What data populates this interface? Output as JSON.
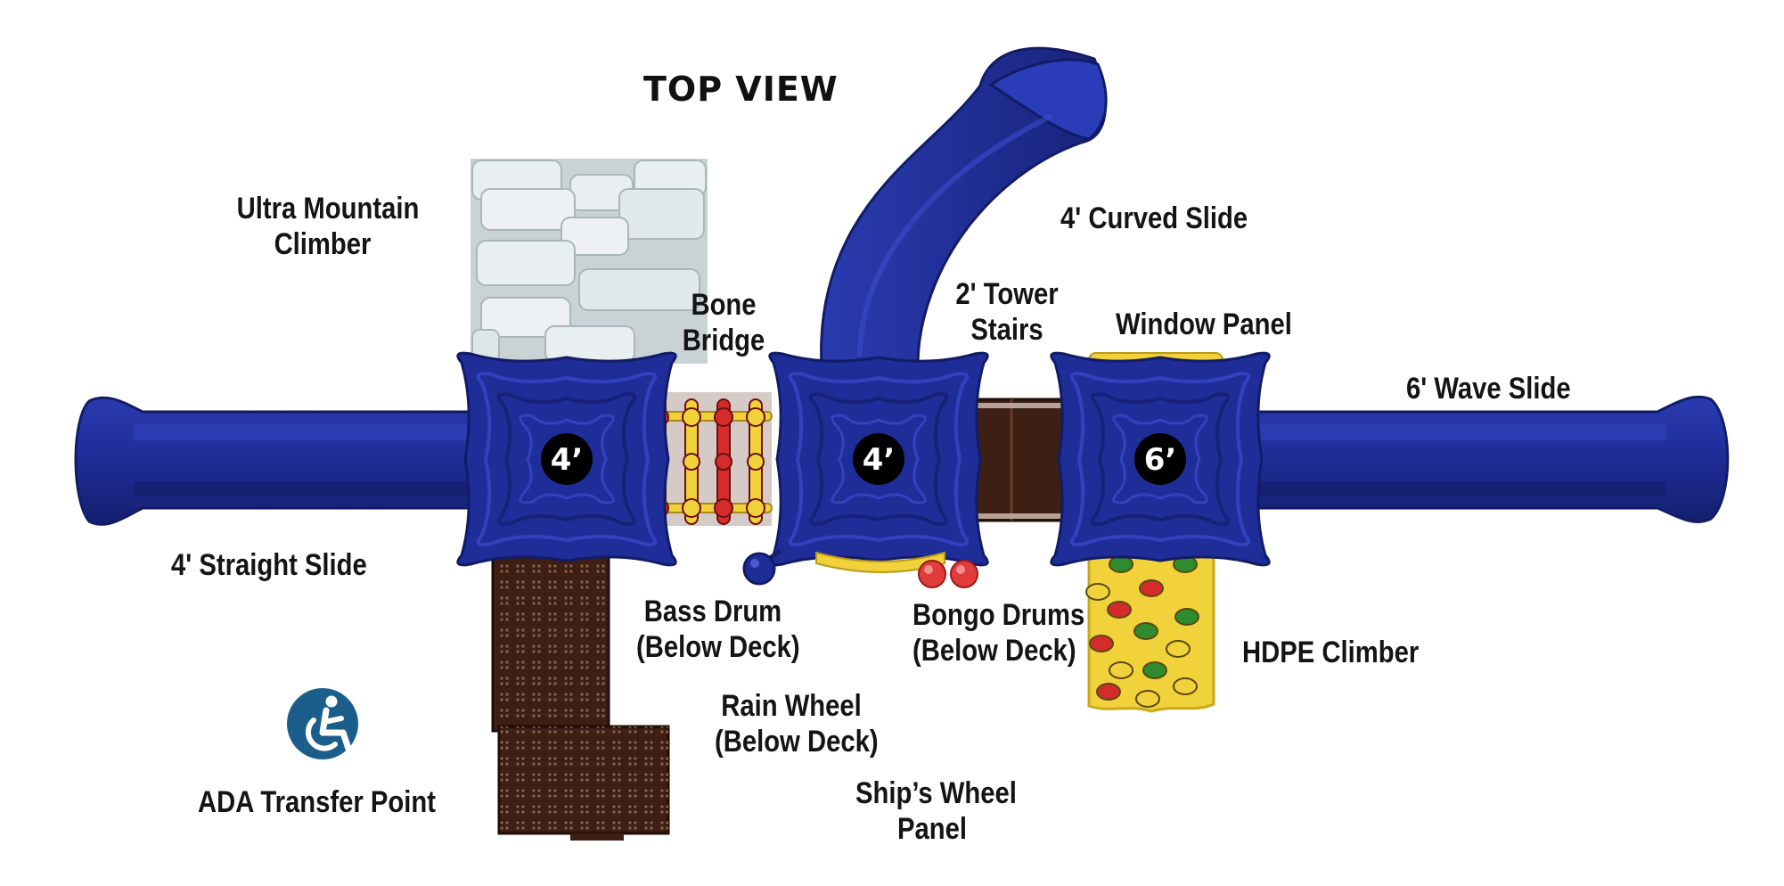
{
  "title": "TOP VIEW",
  "colors": {
    "blue": "#1f2d99",
    "blue_dark": "#141f6e",
    "blue_light": "#3d4fc4",
    "brown": "#3d1f14",
    "red": "#d42b2b",
    "yellow": "#f2d23a",
    "climber_gray": "#dde4e6",
    "ada_blue": "#1b5e8c"
  },
  "decks": [
    {
      "label": "4’"
    },
    {
      "label": "4’"
    },
    {
      "label": "6’"
    }
  ],
  "labels": {
    "ultra_mountain_climber": [
      "Ultra Mountain",
      "Climber"
    ],
    "bone_bridge": [
      "Bone",
      "Bridge"
    ],
    "curved_slide": [
      "4' Curved Slide"
    ],
    "tower_stairs": [
      "2' Tower",
      "Stairs"
    ],
    "window_panel": [
      "Window Panel"
    ],
    "wave_slide": [
      "6' Wave Slide"
    ],
    "straight_slide": [
      "4' Straight Slide"
    ],
    "bass_drum": [
      "Bass Drum",
      "(Below Deck)"
    ],
    "bongo_drums": [
      "Bongo Drums",
      "(Below Deck)"
    ],
    "hdpe_climber": [
      "HDPE Climber"
    ],
    "rain_wheel": [
      "Rain Wheel",
      "(Below Deck)"
    ],
    "ships_wheel": [
      "Ship’s Wheel",
      "Panel"
    ],
    "ada_transfer": [
      "ADA Transfer Point"
    ]
  },
  "icons": {
    "ada": "wheelchair-icon"
  }
}
